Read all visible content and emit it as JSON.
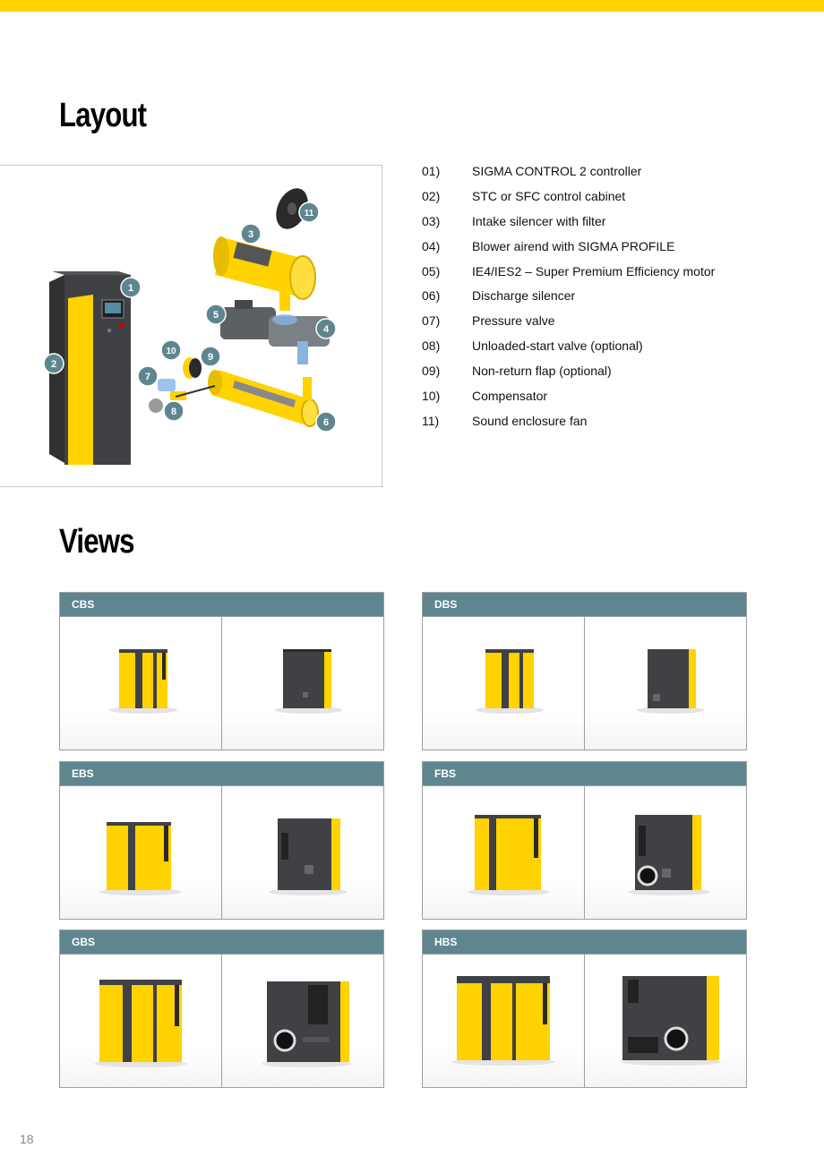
{
  "layout": {
    "heading": "Layout",
    "callouts": [
      "1",
      "2",
      "3",
      "4",
      "5",
      "6",
      "7",
      "8",
      "9",
      "10",
      "11"
    ],
    "parts": [
      {
        "num": "01)",
        "label": "SIGMA CONTROL 2 controller"
      },
      {
        "num": "02)",
        "label": "STC or SFC control cabinet"
      },
      {
        "num": "03)",
        "label": "Intake silencer with filter"
      },
      {
        "num": "04)",
        "label": "Blower airend with SIGMA PROFILE"
      },
      {
        "num": "05)",
        "label": "IE4/IES2 – Super Premium Efficiency motor"
      },
      {
        "num": "06)",
        "label": "Discharge silencer"
      },
      {
        "num": "07)",
        "label": "Pressure valve"
      },
      {
        "num": "08)",
        "label": "Unloaded-start valve (optional)"
      },
      {
        "num": "09)",
        "label": "Non-return flap (optional)"
      },
      {
        "num": "10)",
        "label": "Compensator"
      },
      {
        "num": "11)",
        "label": "Sound enclosure fan"
      }
    ]
  },
  "views": {
    "heading": "Views",
    "series": [
      {
        "name": "CBS"
      },
      {
        "name": "DBS"
      },
      {
        "name": "EBS"
      },
      {
        "name": "FBS"
      },
      {
        "name": "GBS"
      },
      {
        "name": "HBS"
      }
    ]
  },
  "page_number": "18",
  "colors": {
    "accent": "#ffd200",
    "header": "#5f868f",
    "callout": "#5f868f",
    "machine_dark": "#3f4144"
  }
}
